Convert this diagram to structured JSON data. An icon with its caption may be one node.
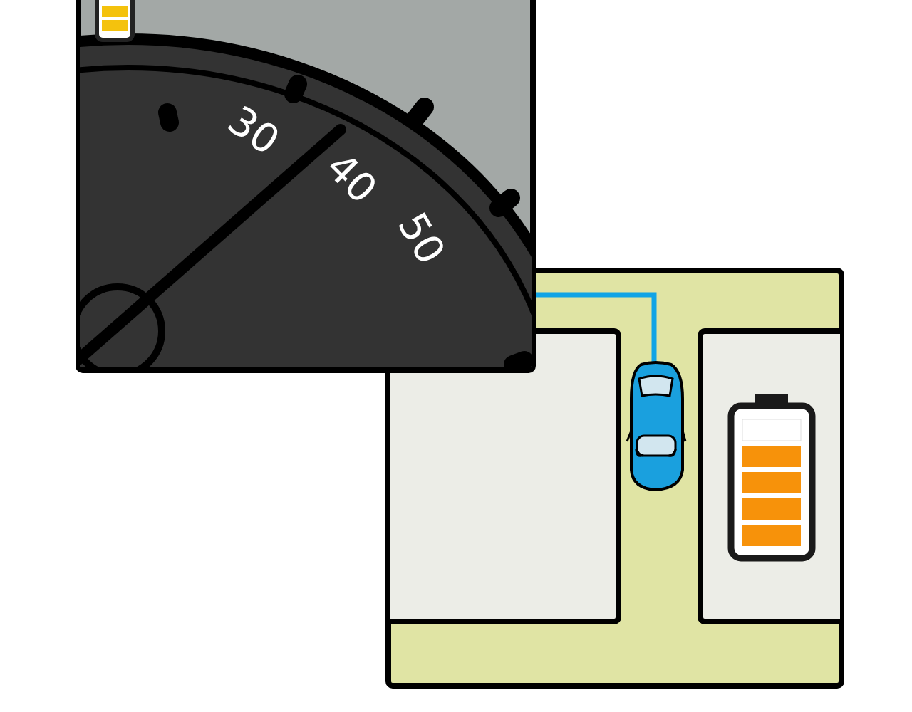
{
  "diagram": {
    "labels": [
      "30",
      "40",
      "50"
    ]
  }
}
